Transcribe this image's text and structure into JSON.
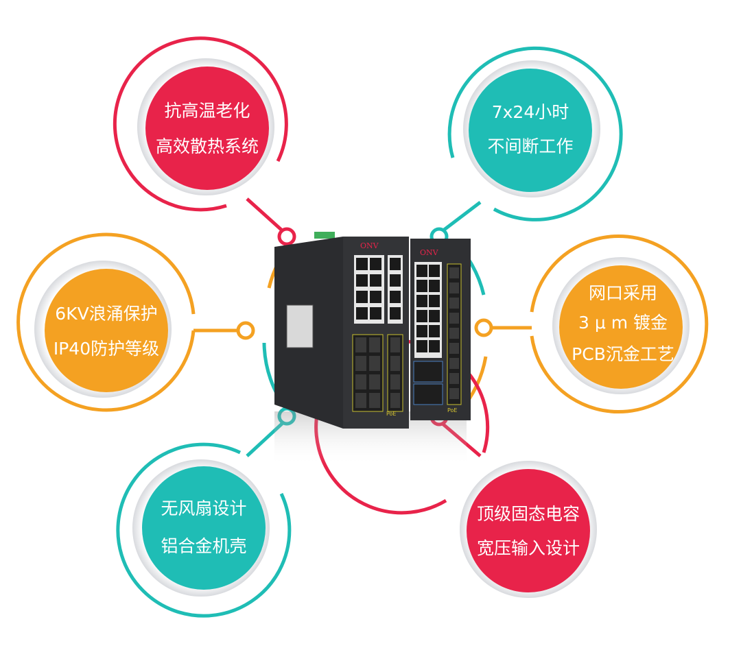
{
  "colors": {
    "red": "#e8234a",
    "teal": "#1fbdb5",
    "orange": "#f4a122",
    "device": "#2b2c2f"
  },
  "features": {
    "top_left": {
      "line1": "抗高温老化",
      "line2": "高效散热系统"
    },
    "top_right": {
      "line1": "7x24小时",
      "line2": "不间断工作"
    },
    "left": {
      "line1": "6KV浪涌保护",
      "line2": "IP40防护等级"
    },
    "right": {
      "line1": "网口采用",
      "line2": "3 μ m 镀金",
      "line3": "PCB沉金工艺"
    },
    "bottom_left": {
      "line1": "无风扇设计",
      "line2": "铝合金机壳"
    },
    "bottom_right": {
      "line1": "顶级固态电容",
      "line2": "宽压输入设计"
    }
  },
  "device": {
    "brand": "ONV",
    "badge": "PoE"
  }
}
